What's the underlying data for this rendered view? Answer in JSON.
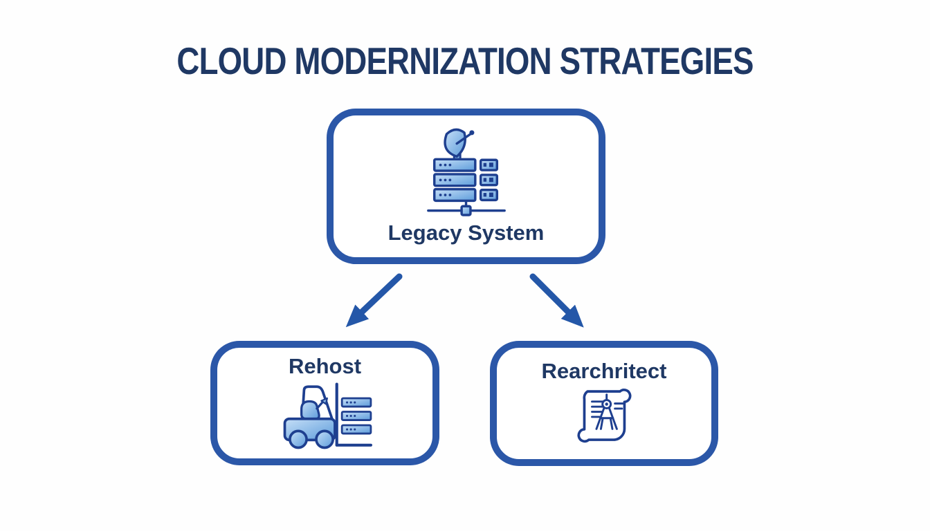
{
  "title": "CLOUD MODERNIZATION STRATEGIES",
  "colors": {
    "background": "#FEFEFE",
    "box_border": "#2B57A8",
    "label_text": "#1F3864",
    "arrow": "#2457A8",
    "icon_outline": "#1E3F8F",
    "icon_fill_light": "#C6DFF7",
    "icon_fill_dark": "#5D9CDB"
  },
  "nodes": {
    "legacy": {
      "label": "Legacy System",
      "icon": "legacy-server-icon"
    },
    "rehost": {
      "label": "Rehost",
      "icon": "forklift-servers-icon"
    },
    "rearchitect": {
      "label": "Rearchritect",
      "icon": "blueprint-compass-icon"
    }
  },
  "arrows": [
    {
      "from": "legacy",
      "to": "rehost"
    },
    {
      "from": "legacy",
      "to": "rearchitect"
    }
  ]
}
